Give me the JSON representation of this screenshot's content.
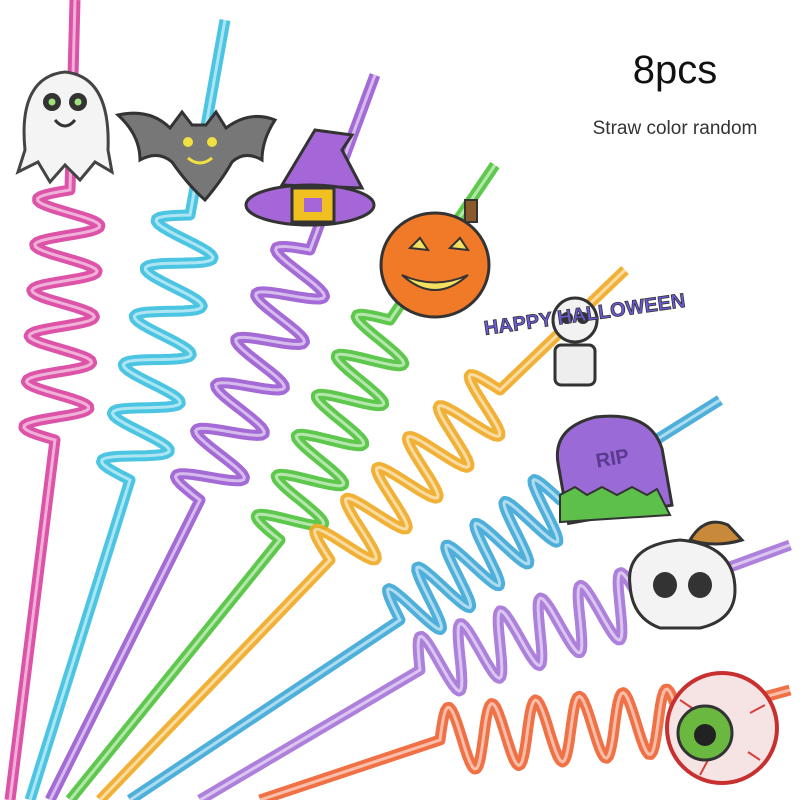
{
  "product": {
    "quantity_label": "8pcs",
    "note": "Straw color random"
  },
  "toppers": {
    "halloween_text": "HAPPY HALLOWEEN",
    "tombstone_text": "RIP"
  },
  "straws": [
    {
      "topper": "ghost",
      "color": "#d8409f"
    },
    {
      "topper": "bat",
      "color": "#38bfe0"
    },
    {
      "topper": "witch-hat",
      "color": "#9a5ad2"
    },
    {
      "topper": "pumpkin",
      "color": "#4cc23a"
    },
    {
      "topper": "skeleton",
      "color": "#efa820"
    },
    {
      "topper": "tombstone",
      "color": "#3aa6d6"
    },
    {
      "topper": "skull",
      "color": "#a472d8"
    },
    {
      "topper": "eyeball",
      "color": "#f06232"
    }
  ]
}
